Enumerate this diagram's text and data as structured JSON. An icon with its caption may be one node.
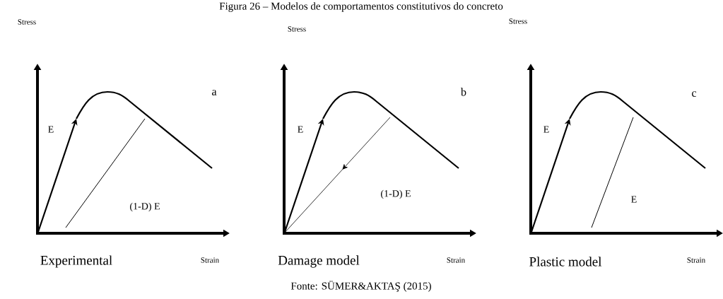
{
  "diagram": {
    "title": "Figura 26 – Modelos de comportamentos constitutivos do concreto",
    "caption": "Fonte: SÜMER&AKTAŞ (2015)",
    "labels": [
      "Stress",
      "a",
      "E",
      "(1-D) E",
      "Experimental",
      "Strain",
      "Stress",
      "b",
      "E",
      "(1-D) E",
      "Damage model",
      "Strain",
      "Stress",
      "c",
      "E",
      "E",
      "Plastic model",
      "Strain"
    ]
  }
}
